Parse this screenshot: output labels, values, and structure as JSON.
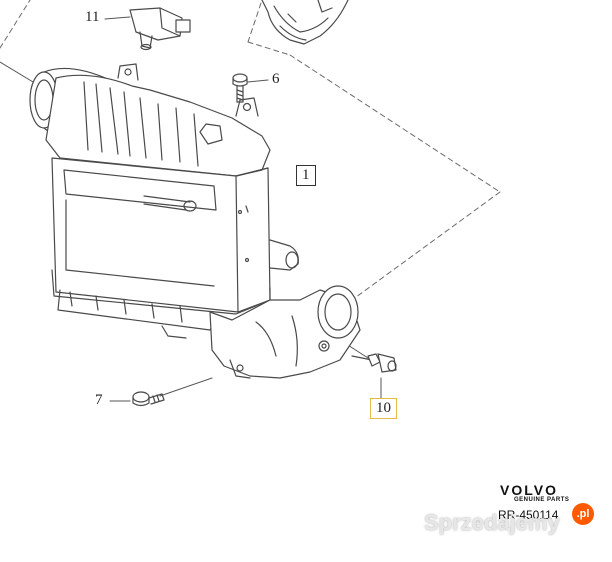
{
  "diagram": {
    "callouts": {
      "c11": "11",
      "c6": "6",
      "c7": "7",
      "c1": "1",
      "c10": "10"
    },
    "brand": {
      "name": "VOLVO",
      "subtitle": "GENUINE PARTS",
      "part_ref": "RR-450114"
    },
    "watermark": {
      "text": "Sprzedajemy",
      "badge": ".pl"
    },
    "colors": {
      "line": "#4a4a4a",
      "shade": "#d8d8d8",
      "highlight_box": "#e6b84a",
      "watermark_badge": "#ff5a00"
    }
  }
}
